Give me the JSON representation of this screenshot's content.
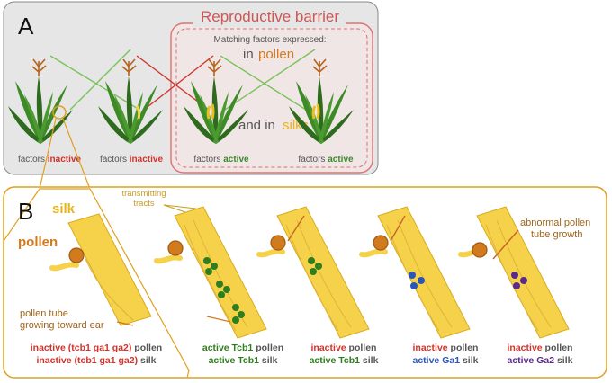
{
  "panel_a": {
    "letter": "A",
    "barrier_title": "Reproductive barrier",
    "matching_line": "Matching factors expressed:",
    "in_label": "in",
    "pollen_word": "pollen",
    "and_in_label": "and in",
    "silks_word": "silks",
    "plants": [
      {
        "prefix": "factors",
        "state": "inactive"
      },
      {
        "prefix": "factors",
        "state": "inactive"
      },
      {
        "prefix": "factors",
        "state": "active"
      },
      {
        "prefix": "factors",
        "state": "active"
      }
    ]
  },
  "panel_b": {
    "letter": "B",
    "silk_label": "silk",
    "pollen_label": "pollen",
    "transmitting_tracts_1": "transmitting",
    "transmitting_tracts_2": "tracts",
    "pollen_tube_1": "pollen tube",
    "pollen_tube_2": "growing toward ear",
    "abnormal_1": "abnormal pollen",
    "abnormal_2": "tube growth",
    "captions": [
      {
        "l1_state": "inactive (tcb1 ga1 ga2)",
        "l1_rest": " pollen",
        "l2_state": "inactive (tcb1 ga1 ga2)",
        "l2_rest": " silk"
      },
      {
        "l1_state": "active Tcb1",
        "l1_rest": " pollen",
        "l2_state": "active Tcb1",
        "l2_rest": " silk"
      },
      {
        "l1_state": "inactive",
        "l1_rest": " pollen",
        "l2_state": "active Tcb1",
        "l2_rest": " silk"
      },
      {
        "l1_state": "inactive",
        "l1_rest": " pollen",
        "l2_state": "active Ga1",
        "l2_rest": " silk"
      },
      {
        "l1_state": "inactive",
        "l1_rest": " pollen",
        "l2_state": "active Ga2",
        "l2_rest": " silk"
      }
    ]
  },
  "colors": {
    "inactive_red": "#d0342c",
    "active_green": "#3a8a2a",
    "tcb1_green": "#2e7d1e",
    "ga1_blue": "#2a56b8",
    "ga2_purple": "#5a2a8a",
    "pollen_orange": "#d27a1e",
    "silk_yellow": "#f5d24a",
    "barrier_pink": "#e07070",
    "leaf_green": "#2f6b1e",
    "gray_text": "#555555"
  }
}
